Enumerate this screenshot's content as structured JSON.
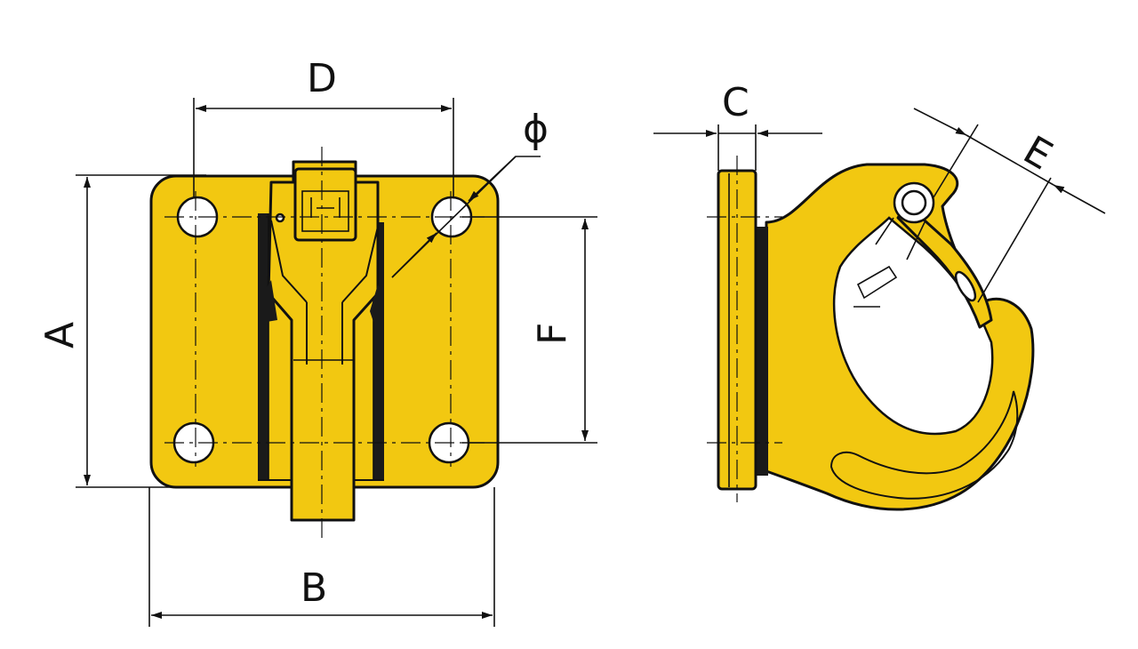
{
  "labels": {
    "A": "A",
    "B": "B",
    "C": "C",
    "D": "D",
    "E": "E",
    "F": "F",
    "phi": "ϕ"
  },
  "colors": {
    "body": "#f2c811",
    "outline": "#111111",
    "background": "#ffffff"
  }
}
